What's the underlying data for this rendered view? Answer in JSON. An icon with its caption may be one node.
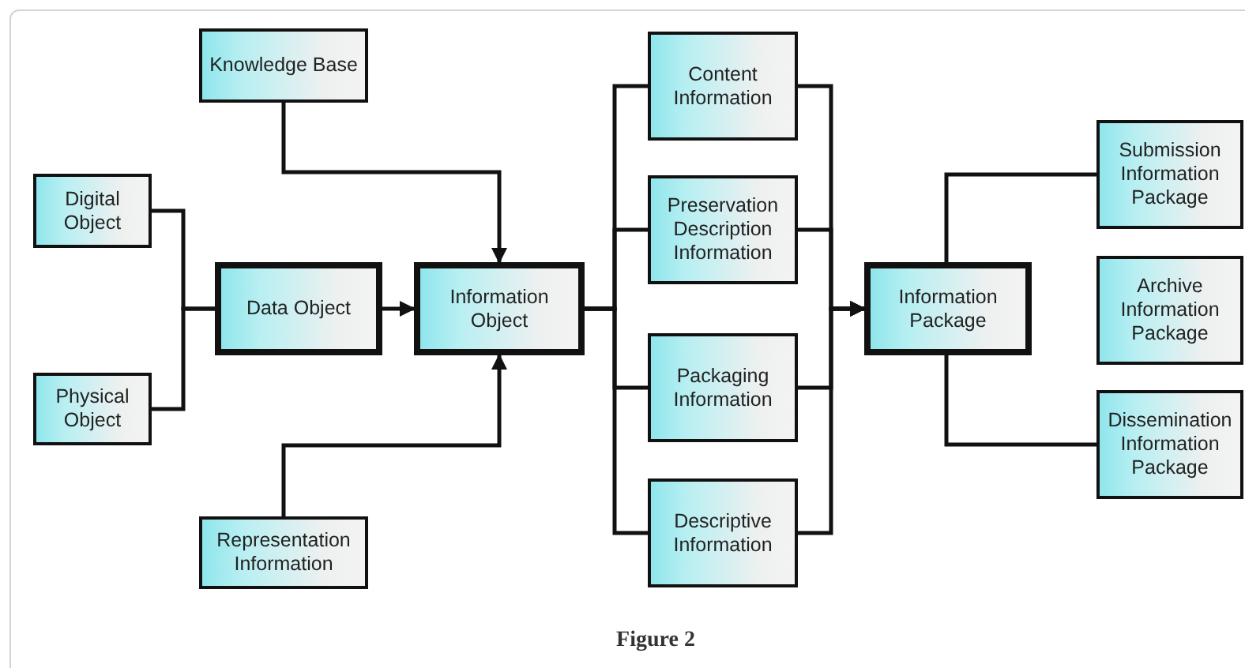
{
  "diagram": {
    "caption": "Figure 2",
    "nodes": [
      {
        "text": [
          "Knowledge Base"
        ]
      },
      {
        "text": [
          "Digital Object"
        ]
      },
      {
        "text": [
          "Data Object"
        ]
      },
      {
        "text": [
          "Information Object"
        ]
      },
      {
        "text": [
          "Physical Object"
        ]
      },
      {
        "text": [
          "Representation Information"
        ]
      },
      {
        "text": [
          "Content Information"
        ]
      },
      {
        "text": [
          "Preservation Description Information"
        ]
      },
      {
        "text": [
          "Packaging Information"
        ]
      },
      {
        "text": [
          "Descriptive Information"
        ]
      },
      {
        "text": [
          "Information Package"
        ]
      },
      {
        "text": [
          "Submission Information Package"
        ]
      },
      {
        "text": [
          "Archive Information Package"
        ]
      },
      {
        "text": [
          "Dissemination Information Package"
        ]
      }
    ],
    "edges": [
      {
        "from": 1,
        "to": 2,
        "arrow": "none"
      },
      {
        "from": 4,
        "to": 2,
        "arrow": "none"
      },
      {
        "from": 2,
        "to": 3,
        "arrow": "to"
      },
      {
        "from": 0,
        "to": 3,
        "arrow": "to"
      },
      {
        "from": 5,
        "to": 3,
        "arrow": "to"
      },
      {
        "from": 3,
        "to": 6,
        "arrow": "none"
      },
      {
        "from": 3,
        "to": 7,
        "arrow": "none"
      },
      {
        "from": 3,
        "to": 8,
        "arrow": "none"
      },
      {
        "from": 3,
        "to": 9,
        "arrow": "none"
      },
      {
        "from": 6,
        "to": 10,
        "arrow": "to"
      },
      {
        "from": 7,
        "to": 10,
        "arrow": "to"
      },
      {
        "from": 8,
        "to": 10,
        "arrow": "to"
      },
      {
        "from": 9,
        "to": 10,
        "arrow": "to"
      },
      {
        "from": 10,
        "to": 11,
        "arrow": "none"
      },
      {
        "from": 10,
        "to": 13,
        "arrow": "none"
      }
    ]
  }
}
